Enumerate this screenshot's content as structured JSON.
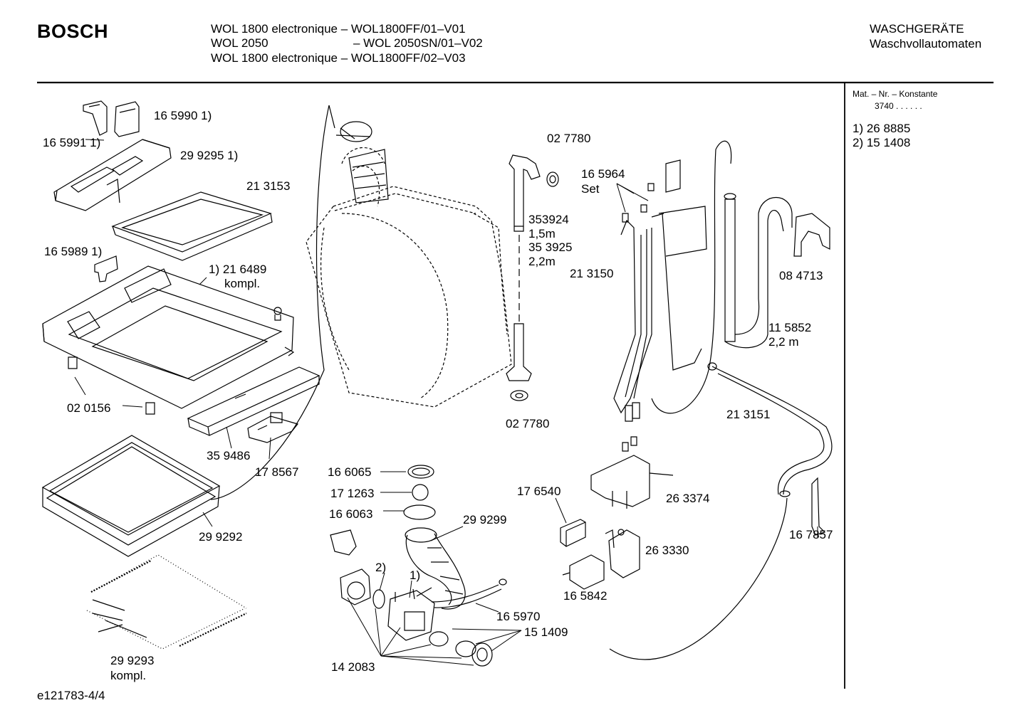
{
  "header": {
    "brand": "BOSCH",
    "models": [
      "WOL 1800 electronique – WOL1800FF/01–V01",
      "WOL 2050",
      "– WOL 2050SN/01–V02",
      "WOL 1800 electronique – WOL1800FF/02–V03"
    ],
    "category": "WASCHGERÄTE",
    "subcategory": "Waschvollautomaten"
  },
  "sidebar": {
    "heading": "Mat. – Nr. – Konstante",
    "constant": "3740 . . . . . .",
    "notes": [
      "1) 26 8885",
      "2) 15 1408"
    ]
  },
  "parts": [
    "16 5990 1)",
    "16 5991 1)",
    "29 9295 1)",
    "21 3153",
    "16 5989 1)",
    "1) 21 6489",
    "kompl.",
    "02 0156",
    "35 9486",
    "17 8567",
    "29 9292",
    "29 9293",
    "kompl.",
    "02 7780",
    "353924",
    "1,5m",
    "35 3925",
    "2,2m",
    "02 7780",
    "16 5964",
    "Set",
    "21 3150",
    "08 4713",
    "11 5852",
    "2,2 m",
    "21 3151",
    "26 3374",
    "16 7857",
    "26 3330",
    "16 5842",
    "17 6540",
    "16 6065",
    "17 1263",
    "16 6063",
    "29 9299",
    "2)",
    "1)",
    "16 5970",
    "15 1409",
    "14 2083"
  ],
  "footer": {
    "code": "e121783-4/4"
  }
}
